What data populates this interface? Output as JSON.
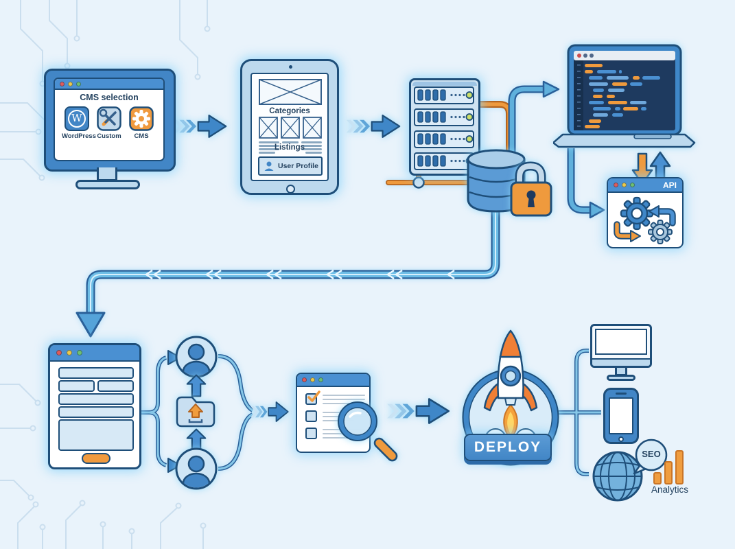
{
  "cms_monitor": {
    "title": "CMS selection",
    "options": [
      {
        "label": "WordPress"
      },
      {
        "label": "Custom"
      },
      {
        "label": "CMS"
      }
    ]
  },
  "tablet": {
    "categories": "Categories",
    "listings": "Listings",
    "user_profile": "User Profile"
  },
  "api_window": {
    "title": "API"
  },
  "deploy": {
    "label": "DEPLOY"
  },
  "results": {
    "seo": "SEO",
    "analytics": "Analytics"
  },
  "colors": {
    "background": "#e9f3fb",
    "outline_navy": "#1e4e79",
    "primary_blue": "#4a90d2",
    "light_blue": "#bcd9ee",
    "pale_blue": "#ddecf8",
    "accent_orange": "#ef9a3d",
    "code_screen_navy": "#1e3a5f",
    "glow": "#8fd4f8"
  }
}
